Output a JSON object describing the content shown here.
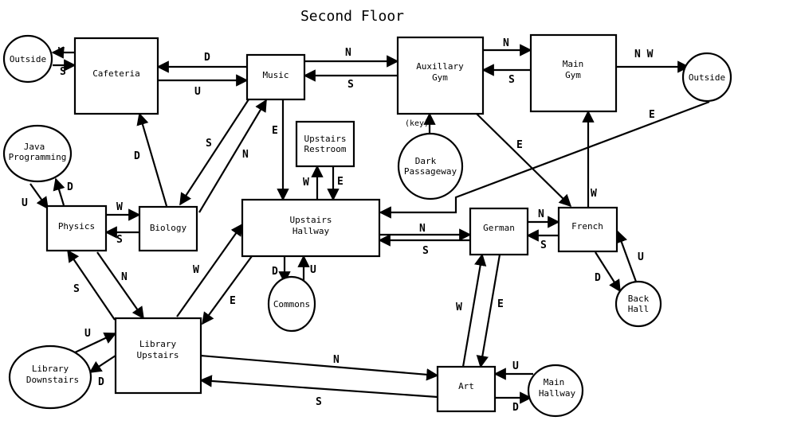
{
  "title": "Second Floor",
  "nodes": {
    "outside_left": {
      "label": [
        "Outside"
      ]
    },
    "cafeteria": {
      "label": [
        "Cafeteria"
      ]
    },
    "music": {
      "label": [
        "Music"
      ]
    },
    "aux_gym": {
      "label": [
        "Auxillary",
        "Gym"
      ]
    },
    "main_gym": {
      "label": [
        "Main",
        "Gym"
      ]
    },
    "outside_right": {
      "label": [
        "Outside"
      ]
    },
    "java": {
      "label": [
        "Java",
        "Programming"
      ]
    },
    "upstairs_restroom": {
      "label": [
        "Upstairs",
        "Restroom"
      ]
    },
    "dark_passageway": {
      "label": [
        "Dark",
        "Passageway"
      ]
    },
    "physics": {
      "label": [
        "Physics"
      ]
    },
    "biology": {
      "label": [
        "Biology"
      ]
    },
    "upstairs_hallway": {
      "label": [
        "Upstairs",
        "Hallway"
      ]
    },
    "german": {
      "label": [
        "German"
      ]
    },
    "french": {
      "label": [
        "French"
      ]
    },
    "commons": {
      "label": [
        "Commons"
      ]
    },
    "back_hall": {
      "label": [
        "Back",
        "Hall"
      ]
    },
    "library_upstairs": {
      "label": [
        "Library",
        "Upstairs"
      ]
    },
    "library_downstairs": {
      "label": [
        "Library",
        "Downstairs"
      ]
    },
    "art": {
      "label": [
        "Art"
      ]
    },
    "main_hallway": {
      "label": [
        "Main",
        "Hallway"
      ]
    }
  },
  "edge_labels": {
    "w": "W",
    "s": "S",
    "n": "N",
    "e": "E",
    "d": "D",
    "u": "U",
    "nw": "N W"
  },
  "key_label": "(key)"
}
